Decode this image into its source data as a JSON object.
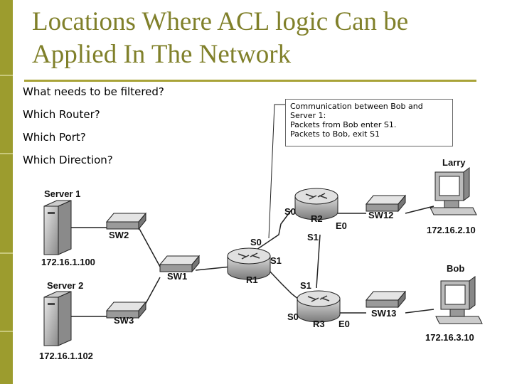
{
  "title_line1": "Locations Where ACL logic Can be",
  "title_line2": "Applied In The Network",
  "questions": [
    "What needs to be filtered?",
    "Which Router?",
    "Which Port?",
    "Which Direction?"
  ],
  "callout": [
    "Communication between Bob and",
    "Server 1:",
    "Packets from Bob enter S1.",
    "Packets to Bob, exit S1"
  ],
  "devices": {
    "server1": {
      "name": "Server 1",
      "ip": "172.16.1.100"
    },
    "server2": {
      "name": "Server 2",
      "ip": "172.16.1.102"
    },
    "sw1": "SW1",
    "sw2": "SW2",
    "sw3": "SW3",
    "sw12": "SW12",
    "sw13": "SW13",
    "r1": {
      "name": "R1",
      "s0": "S0",
      "s1": "S1"
    },
    "r2": {
      "name": "R2",
      "s0": "S0",
      "s1": "S1",
      "e0": "E0"
    },
    "r3": {
      "name": "R3",
      "s0": "S0",
      "s1": "S1",
      "e0": "E0"
    },
    "larry": {
      "name": "Larry",
      "ip": "172.16.2.10"
    },
    "bob": {
      "name": "Bob",
      "ip": "172.16.3.10"
    }
  },
  "colors": {
    "accent_bar": "#9c9c2e",
    "title": "#80802a",
    "rule": "#a9a338"
  }
}
